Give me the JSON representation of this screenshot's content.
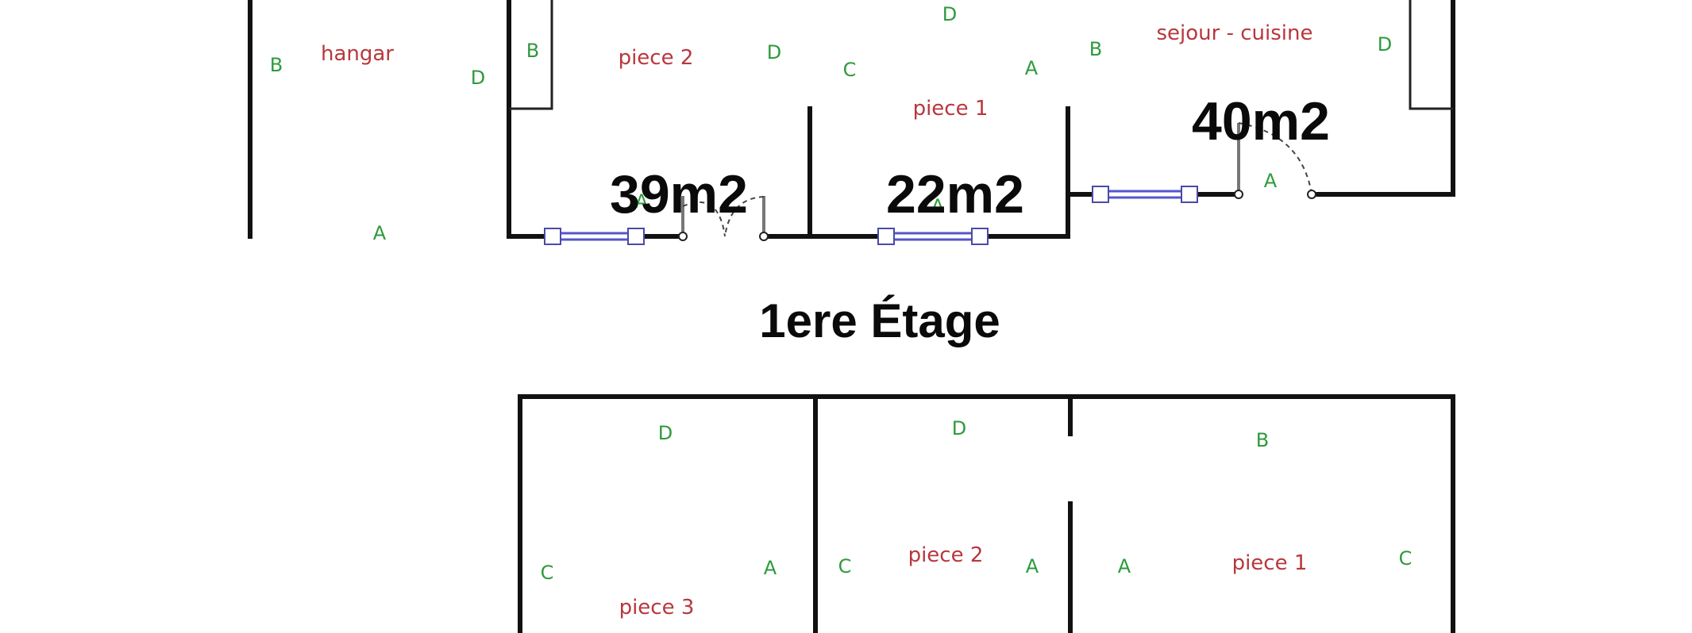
{
  "rooms_upper": [
    {
      "key": "hangar",
      "label": "hangar"
    },
    {
      "key": "piece-2",
      "label": "piece 2"
    },
    {
      "key": "piece-1",
      "label": "piece 1"
    },
    {
      "key": "sejour-cuisine",
      "label": "sejour - cuisine"
    }
  ],
  "rooms_lower": [
    {
      "key": "piece-3",
      "label": "piece 3"
    },
    {
      "key": "piece-2",
      "label": "piece 2"
    },
    {
      "key": "piece-1",
      "label": "piece 1"
    }
  ],
  "areas": [
    "39m2",
    "22m2",
    "40m2"
  ],
  "floor_title": "1ere Étage",
  "wall_letters": {
    "upper": [
      "B",
      "A",
      "D",
      "B",
      "D",
      "C",
      "D",
      "A",
      "B",
      "D",
      "A",
      "A",
      "A"
    ],
    "lower": [
      "D",
      "C",
      "A",
      "D",
      "C",
      "A",
      "B",
      "A",
      "C"
    ]
  },
  "colors": {
    "room_label": "#b8373d",
    "wall_letter": "#2e9a3c",
    "window": "#4a4aa8",
    "wall": "#111111"
  }
}
